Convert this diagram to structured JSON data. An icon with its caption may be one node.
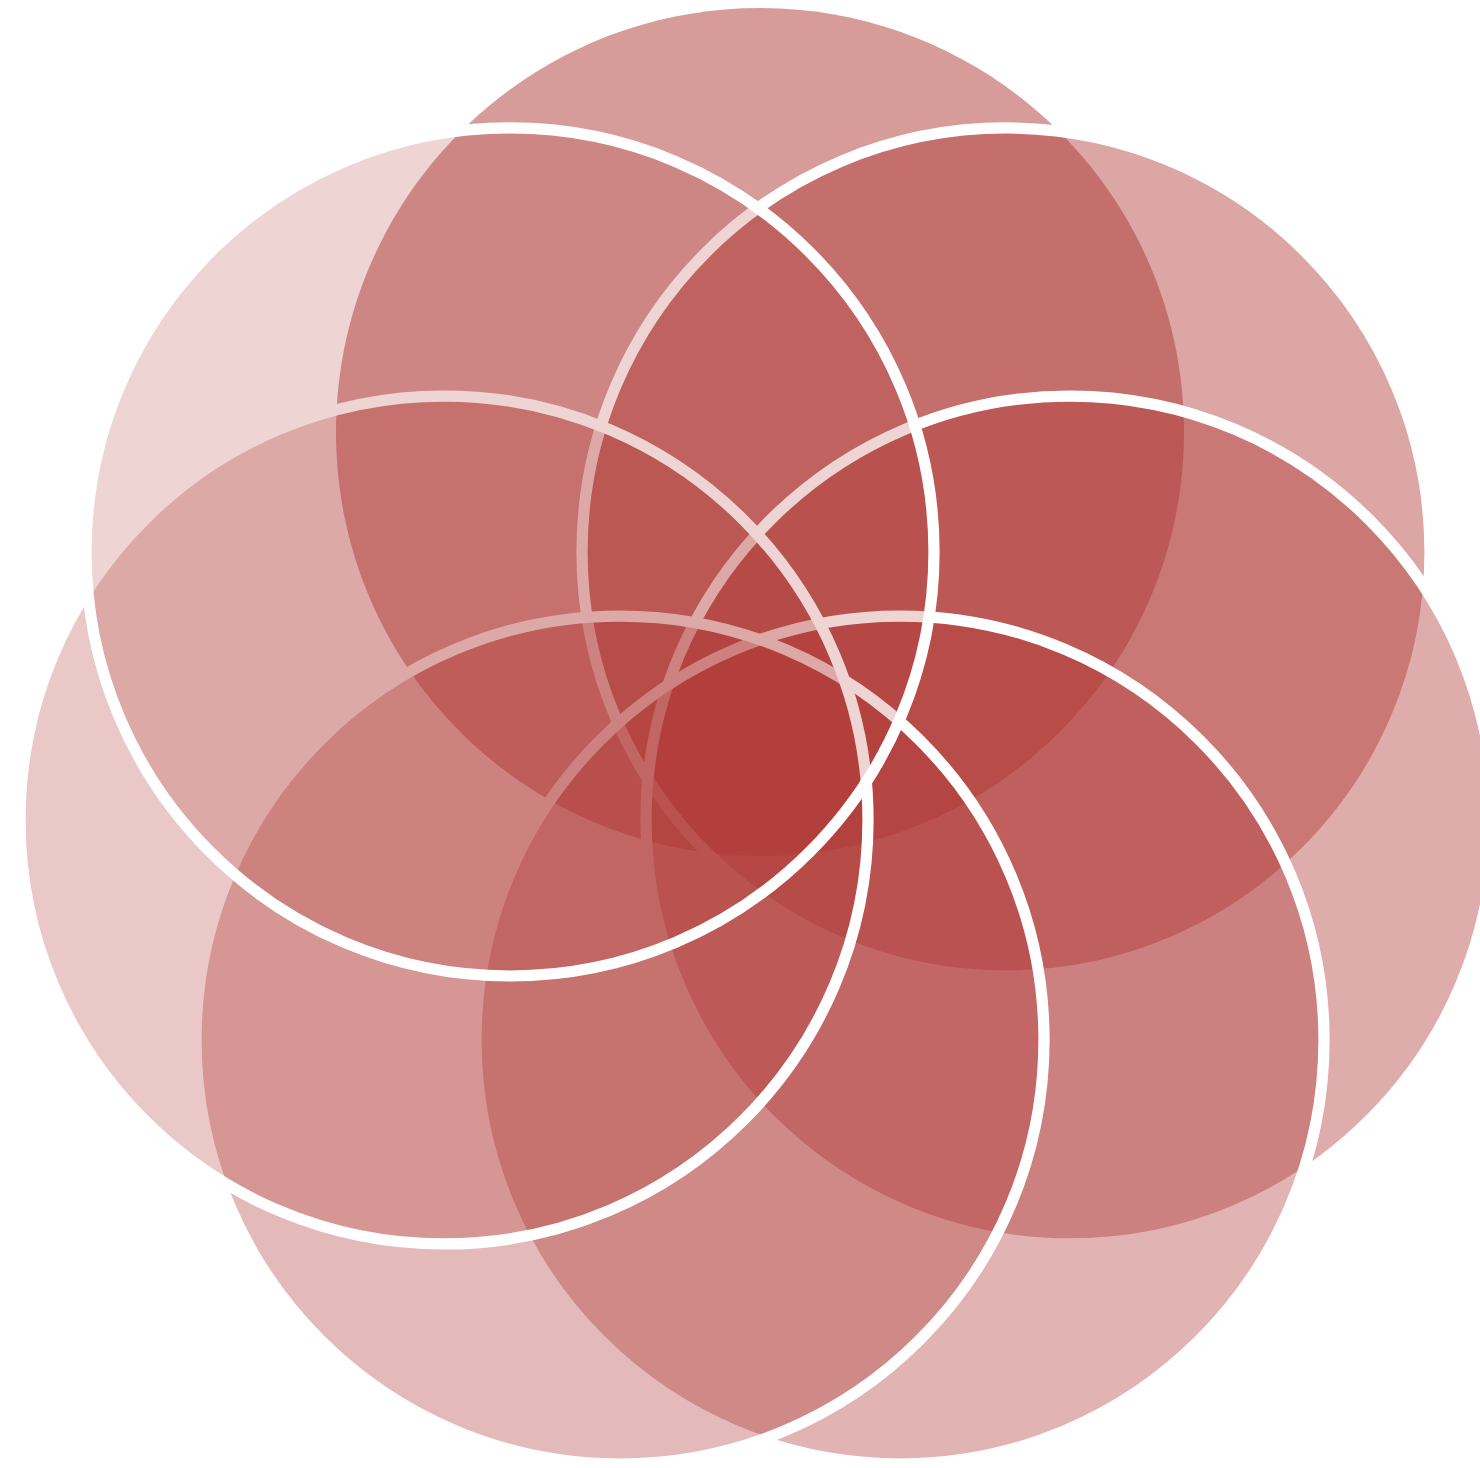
{
  "diagram": {
    "nodes": [
      {
        "text": [],
        "shape": "circle"
      },
      {
        "text": [],
        "shape": "circle"
      },
      {
        "text": [],
        "shape": "circle"
      },
      {
        "text": [],
        "shape": "circle"
      },
      {
        "text": [],
        "shape": "circle"
      },
      {
        "text": [],
        "shape": "circle"
      },
      {
        "text": [],
        "shape": "circle"
      }
    ]
  }
}
